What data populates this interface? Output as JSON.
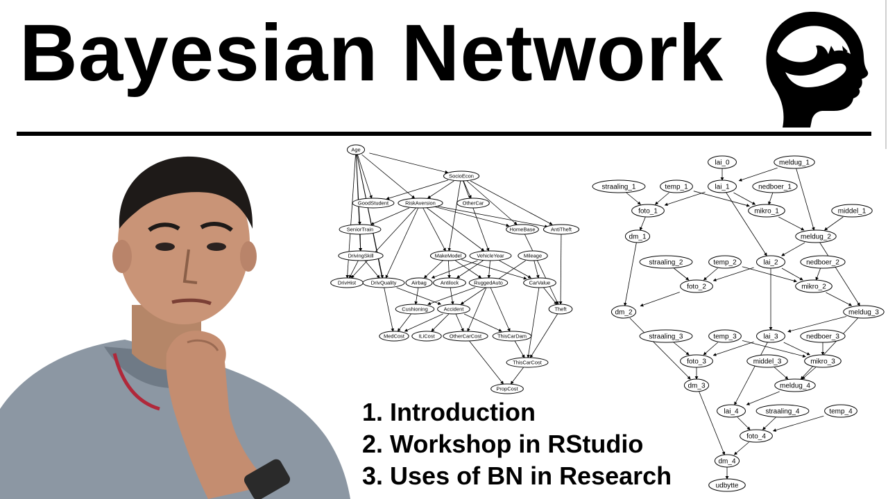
{
  "title": "Bayesian Network",
  "agenda": [
    "1. Introduction",
    "2. Workshop in RStudio",
    "3. Uses of BN in Research"
  ],
  "logo_icon": "head-with-cat-silhouette-icon",
  "person_image": "thinking-man-photo",
  "graph_left_nodes": [
    "Age",
    "SocioEcon",
    "GoodStudent",
    "RiskAversion",
    "OtherCar",
    "SeniorTrain",
    "HomeBase",
    "AntiTheft",
    "DrivingSkill",
    "MakeModel",
    "VehicleYear",
    "Mileage",
    "DrivHist",
    "DrivQuality",
    "Airbag",
    "Antilock",
    "RuggedAuto",
    "CarValue",
    "Cushioning",
    "Accident",
    "Theft",
    "MedCost",
    "ILiCost",
    "OtherCarCost",
    "ThisCarDam",
    "ThisCarCost",
    "PropCost"
  ],
  "graph_right_nodes": [
    "lai_0",
    "meldug_1",
    "straaling_1",
    "temp_1",
    "lai_1",
    "nedboer_1",
    "foto_1",
    "mikro_1",
    "middel_1",
    "dm_1",
    "meldug_2",
    "straaling_2",
    "temp_2",
    "lai_2",
    "nedboer_2",
    "foto_2",
    "mikro_2",
    "dm_2",
    "meldug_3",
    "straaling_3",
    "temp_3",
    "lai_3",
    "nedboer_3",
    "foto_3",
    "middel_3",
    "mikro_3",
    "dm_3",
    "meldug_4",
    "lai_4",
    "straaling_4",
    "temp_4",
    "foto_4",
    "dm_4",
    "udbytte"
  ]
}
